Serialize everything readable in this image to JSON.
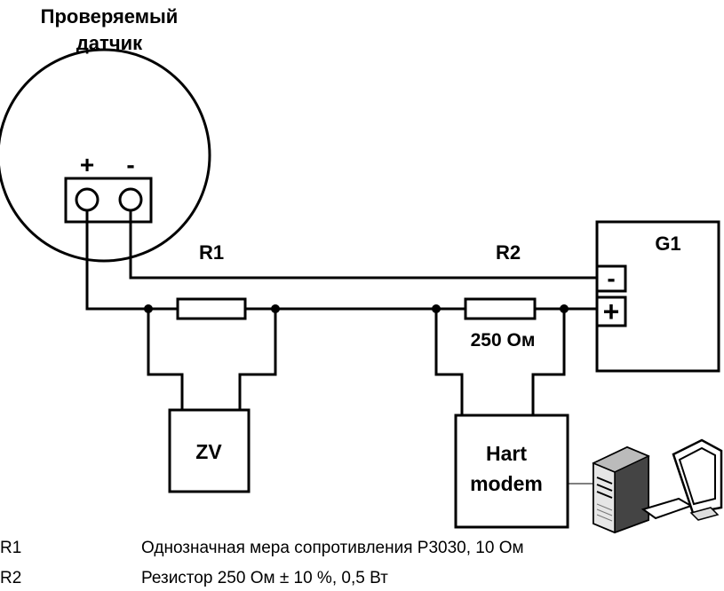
{
  "sensor": {
    "title_line1": "Проверяемый",
    "title_line2": "датчик",
    "plus_label": "+",
    "minus_label": "-"
  },
  "resistors": {
    "r1_label": "R1",
    "r2_label": "R2",
    "r2_value": "250 Ом"
  },
  "power_supply": {
    "label": "G1",
    "minus_label": "-",
    "plus_label": "+"
  },
  "zv_label": "ZV",
  "modem": {
    "line1": "Hart",
    "line2": "modem"
  },
  "computer_icon": "computer-icon",
  "legend": [
    {
      "code": "R1",
      "description": "Однозначная мера сопротивления Р3030, 10 Ом"
    },
    {
      "code": "R2",
      "description": "Резистор 250 Ом ± 10 %, 0,5 Вт"
    }
  ]
}
